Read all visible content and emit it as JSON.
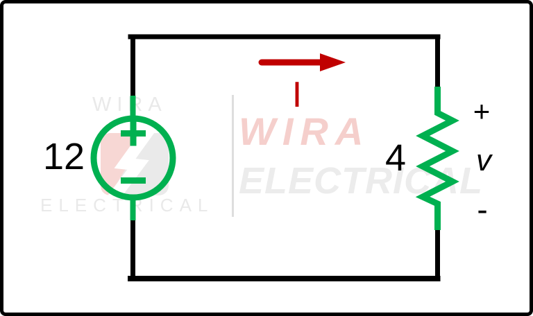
{
  "figure": {
    "type": "circuit-diagram",
    "description": "Simple series DC circuit: independent voltage source connected to a resistor, current I flowing clockwise, voltage v across resistor"
  },
  "circuit": {
    "source_value": "12",
    "source_plus_symbol": "+",
    "source_minus_symbol": "−",
    "resistor_value": "4",
    "current_label": "I",
    "voltage_plus_label": "+",
    "voltage_label": "v",
    "voltage_minus_label": "-"
  },
  "watermark": {
    "small_top": "WIRA",
    "small_bottom": "ELECTRICAL",
    "large_red": "WIRA",
    "large_gray": "ELECTRICAL"
  },
  "colors": {
    "wire_black": "#000000",
    "component_green": "#00b050",
    "current_dark_red": "#c00000",
    "watermark_red": "#f5cfcc",
    "watermark_gray": "#ececec"
  }
}
